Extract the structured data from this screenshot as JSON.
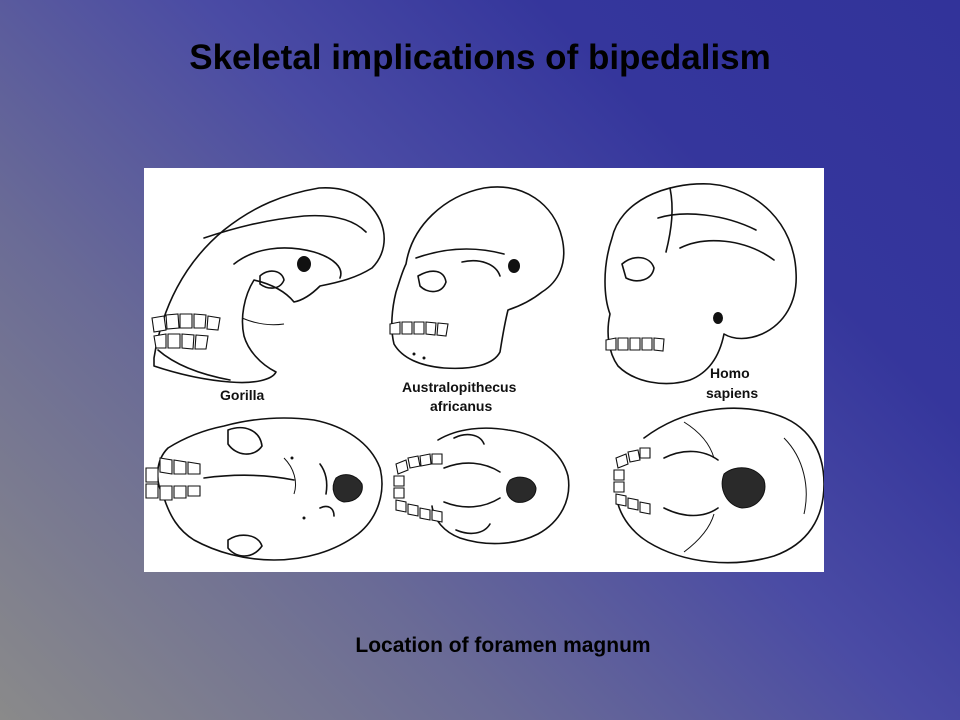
{
  "slide": {
    "title": "Skeletal implications of bipedalism",
    "caption": "Location of foramen magnum"
  },
  "figure": {
    "labels": {
      "gorilla": "Gorilla",
      "australopithecus_line1": "Australopithecus",
      "australopithecus_line2": "africanus",
      "homo_line1": "Homo",
      "homo_line2": "sapiens"
    }
  },
  "colors": {
    "background_from": "#8a8a8a",
    "background_to": "#32339a",
    "panel": "#ffffff",
    "text": "#000000"
  }
}
